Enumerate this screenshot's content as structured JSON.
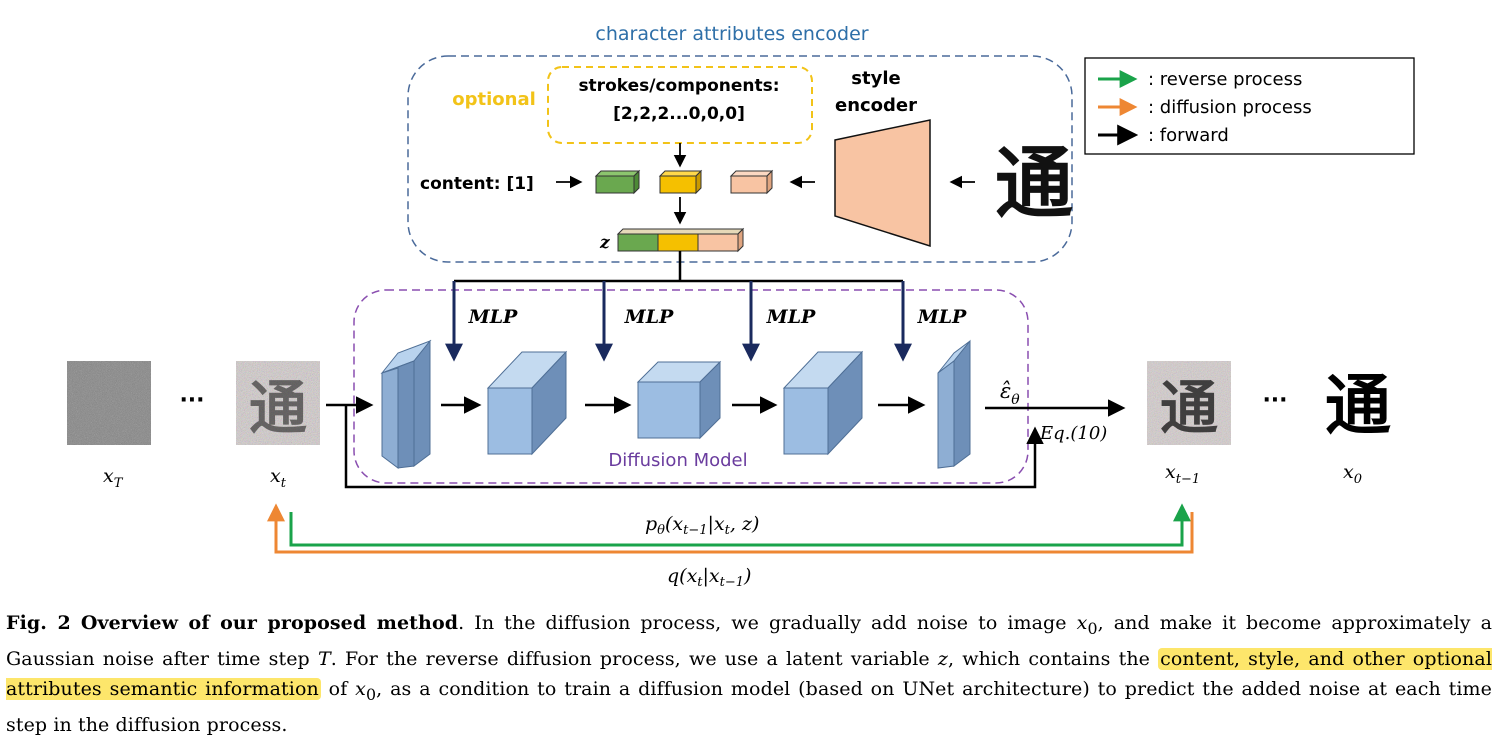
{
  "encoder": {
    "title": "character attributes encoder",
    "optional_label": "optional",
    "strokes_label": "strokes/components:",
    "strokes_value": "[2,2,2...0,0,0]",
    "style_encoder_line1": "style",
    "style_encoder_line2": "encoder",
    "content_label": "content: [1]",
    "z_label": "z",
    "glyph": "通"
  },
  "legend": [
    {
      "color": "#1aa34a",
      "label": ":  reverse  process"
    },
    {
      "color": "#ee8733",
      "label": ":  diffusion process"
    },
    {
      "color": "#000000",
      "label": ":  forward"
    }
  ],
  "diffusion_model": {
    "label": "Diffusion Model",
    "mlp_labels": [
      "MLP",
      "MLP",
      "MLP",
      "MLP"
    ],
    "output_symbol": "ε̂",
    "output_sub": "θ",
    "eq_label": "Eq.(10)"
  },
  "images": [
    {
      "var": "x",
      "sub": "T"
    },
    {
      "var": "x",
      "sub": "t"
    },
    {
      "var": "x",
      "sub": "t−1"
    },
    {
      "var": "x",
      "sub": "0"
    }
  ],
  "ellipsis": "···",
  "reverse_formula": {
    "pre": "p",
    "sub": "θ",
    "post": "(x",
    "post_sub": "t−1",
    "rest": "|x",
    "rest_sub": "t",
    "tail": ", z)"
  },
  "forward_formula": {
    "pre": "q(x",
    "sub": "t",
    "mid": "|x",
    "mid_sub": "t−1",
    "tail": ")"
  },
  "colors": {
    "reverse": "#1aa34a",
    "diffusion": "#ee8733",
    "encoder_border": "#4a6a9a",
    "model_border": "#8a4fb0",
    "optional": "#f2c318",
    "title": "#2e6fa8",
    "model_label": "#6a3c9e",
    "mlp_arrow": "#1a2a5e"
  },
  "caption": {
    "fig": "Fig. 2",
    "title": "Overview of our proposed method",
    "p1": ". In the diffusion process, we gradually add noise to image ",
    "x0": "x",
    "x0_sub": "0",
    "p2": ", and make it become approximately a Gaussian noise after time step ",
    "T": "T",
    "p3": ". For the reverse diffusion process, we use a latent variable ",
    "z": "z",
    "p4": ", which contains the ",
    "highlight": "content, style, and other optional attributes semantic information",
    "p5": " of ",
    "p6": ", as a condition to train a diffusion model (based on UNet architecture) to predict the added noise at each time step in the diffusion process."
  }
}
